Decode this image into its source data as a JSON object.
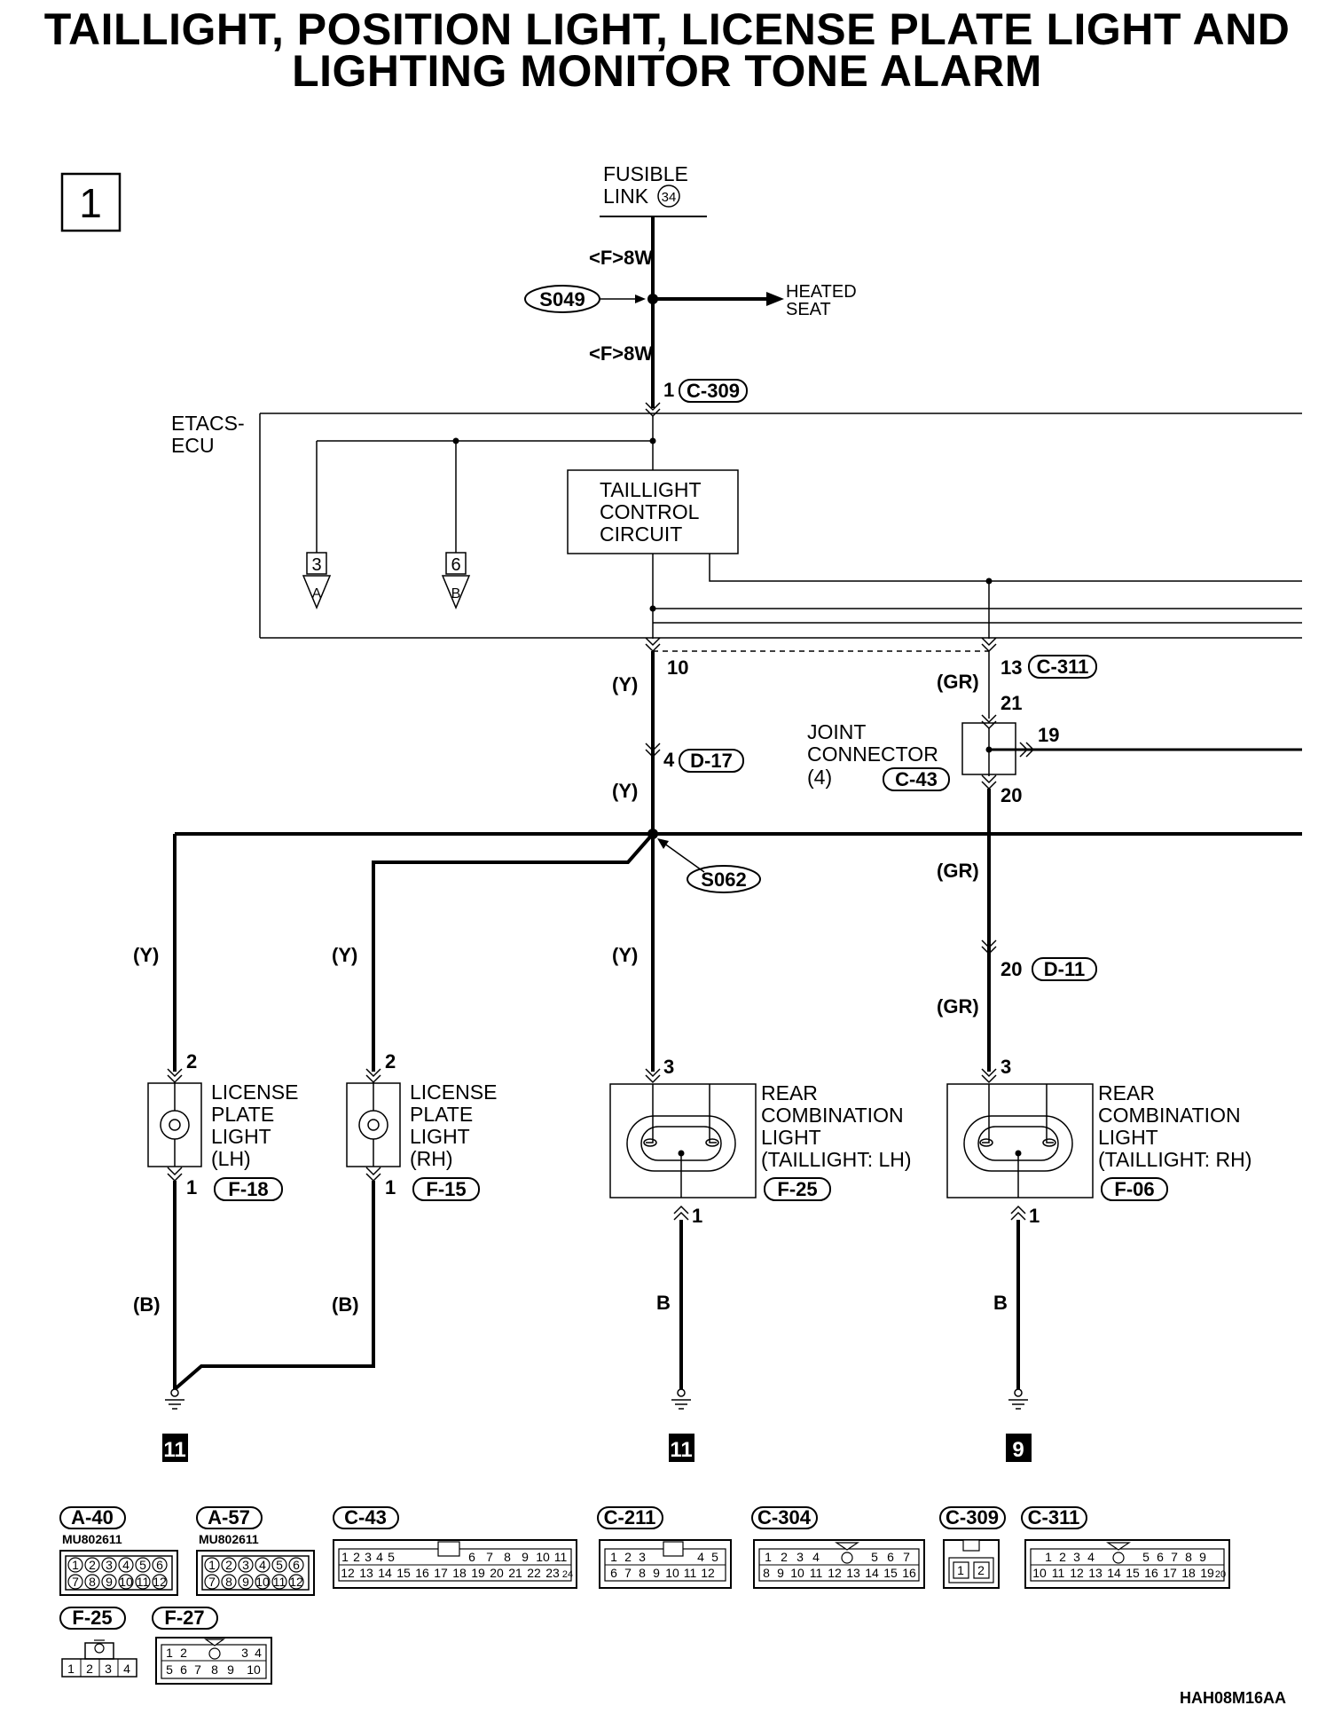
{
  "title": {
    "line1": "TAILLIGHT, POSITION LIGHT, LICENSE PLATE LIGHT AND",
    "line2": "LIGHTING MONITOR TONE ALARM"
  },
  "page_marker": "1",
  "fusible_link": {
    "line1": "FUSIBLE",
    "line2": "LINK",
    "number": "34"
  },
  "wires": {
    "f8w_top": "<F>8W",
    "f8w_bottom": "<F>8W",
    "y": "(Y)",
    "gr": "(GR)",
    "b_paren": "(B)",
    "b": "B"
  },
  "splices": {
    "s049": "S049",
    "s062": "S062"
  },
  "heated_seat": {
    "line1": "HEATED",
    "line2": "SEAT"
  },
  "etacs": {
    "line1": "ETACS-",
    "line2": "ECU",
    "circuit_line1": "TAILLIGHT",
    "circuit_line2": "CONTROL",
    "circuit_line3": "CIRCUIT",
    "ref_a_num": "3",
    "ref_a_letter": "A",
    "ref_b_num": "6",
    "ref_b_letter": "B"
  },
  "pins": {
    "c309_pin": "1",
    "c311_left_pin": "10",
    "c311_right_pin": "13",
    "d17_pin": "4",
    "jc_in": "21",
    "jc_out_right": "19",
    "jc_out_down": "20",
    "d11_pin": "20",
    "lp_top": "2",
    "lp_bottom": "1",
    "rcl_top": "3",
    "rcl_bottom": "1"
  },
  "connector_codes": {
    "c309": "C-309",
    "c311": "C-311",
    "d17": "D-17",
    "c43": "C-43",
    "d11": "D-11",
    "f18": "F-18",
    "f15": "F-15",
    "f25": "F-25",
    "f06": "F-06"
  },
  "joint_connector": {
    "line1": "JOINT",
    "line2": "CONNECTOR",
    "line3": "(4)"
  },
  "components": {
    "lp_lh": [
      "LICENSE",
      "PLATE",
      "LIGHT",
      "(LH)"
    ],
    "lp_rh": [
      "LICENSE",
      "PLATE",
      "LIGHT",
      "(RH)"
    ],
    "rcl_lh": [
      "REAR",
      "COMBINATION",
      "LIGHT",
      "(TAILLIGHT: LH)"
    ],
    "rcl_rh": [
      "REAR",
      "COMBINATION",
      "LIGHT",
      "(TAILLIGHT: RH)"
    ]
  },
  "grounds": {
    "g1": "11",
    "g2": "11",
    "g3": "9"
  },
  "connector_views": {
    "a40": {
      "code": "A-40",
      "part": "MU802611"
    },
    "a57": {
      "code": "A-57",
      "part": "MU802611"
    },
    "c43": {
      "code": "C-43"
    },
    "c211": {
      "code": "C-211"
    },
    "c304": {
      "code": "C-304"
    },
    "c309": {
      "code": "C-309"
    },
    "c311": {
      "code": "C-311"
    },
    "f25": {
      "code": "F-25"
    },
    "f27": {
      "code": "F-27"
    }
  },
  "footer_code": "HAH08M16AA"
}
